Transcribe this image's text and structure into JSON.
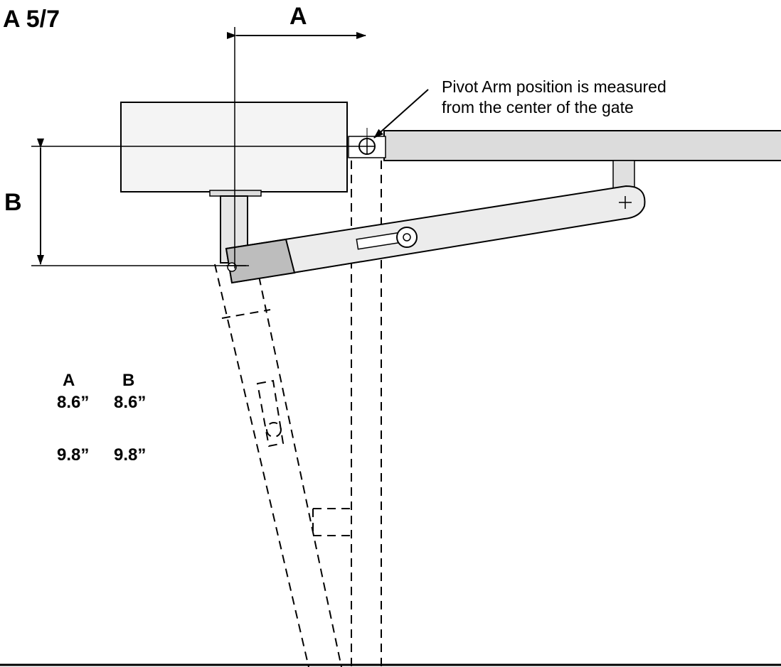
{
  "title": "A 5/7",
  "dimensions": {
    "a_label": "A",
    "b_label": "B"
  },
  "note": {
    "line1": "Pivot Arm position is measured",
    "line2": "from the center of the gate"
  },
  "table": {
    "headers": [
      "A",
      "B"
    ],
    "rows": [
      [
        "8.6”",
        "8.6”"
      ],
      [
        "9.8”",
        "9.8”"
      ]
    ]
  }
}
